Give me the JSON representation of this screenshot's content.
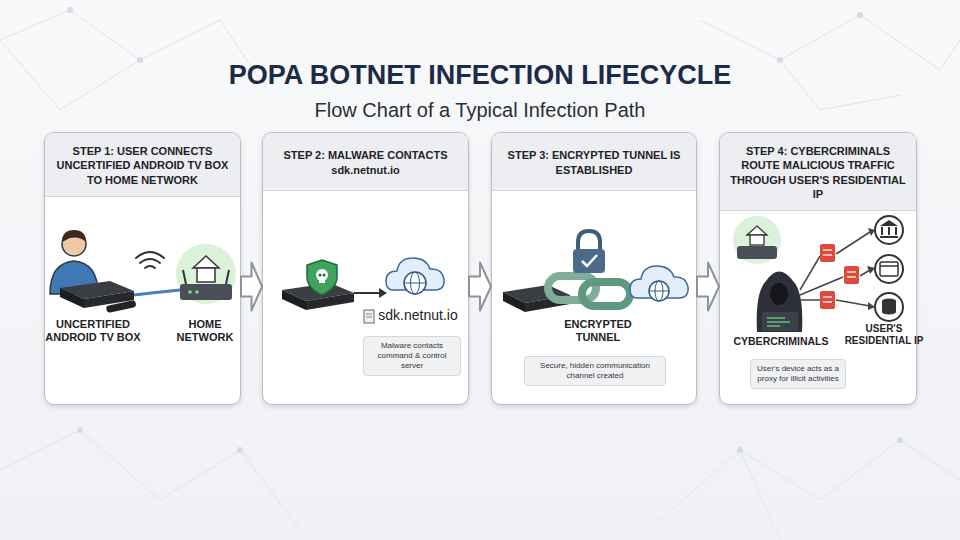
{
  "diagram": {
    "title": "POPA BOTNET INFECTION LIFECYCLE",
    "caption": "Flow Chart of a Typical Infection Path",
    "nodes": [
      {
        "text": [
          "STEP 1: USER CONNECTS UNCERTIFIED ANDROID TV BOX TO HOME NETWORK"
        ]
      },
      {
        "text": [
          "STEP 2: MALWARE CONTACTS sdk.netnut.io"
        ]
      },
      {
        "text": [
          "Malware contacts command & control server"
        ],
        "in": 1
      },
      {
        "text": [
          "STEP 3: ENCRYPTED TUNNEL IS ESTABLISHED"
        ]
      },
      {
        "text": [
          "Secure, hidden communication channel created"
        ],
        "in": 3
      },
      {
        "text": [
          "STEP 4: CYBERCRIMINALS ROUTE MALICIOUS TRAFFIC THROUGH USER'S RESIDENTIAL IP"
        ]
      },
      {
        "text": [
          "User's device acts as a proxy for illicit activities"
        ],
        "in": 5
      }
    ],
    "edges": [
      {
        "from": 0,
        "to": 1,
        "arrow": "to"
      },
      {
        "from": 1,
        "to": 3,
        "arrow": "to"
      },
      {
        "from": 3,
        "to": 5,
        "arrow": "to"
      }
    ],
    "labels": [
      "UNCERTIFIED ANDROID TV BOX",
      "HOME NETWORK",
      "sdk.netnut.io",
      "ENCRYPTED TUNNEL",
      "CYBERCRIMINALS",
      "USER'S RESIDENTIAL IP"
    ]
  }
}
